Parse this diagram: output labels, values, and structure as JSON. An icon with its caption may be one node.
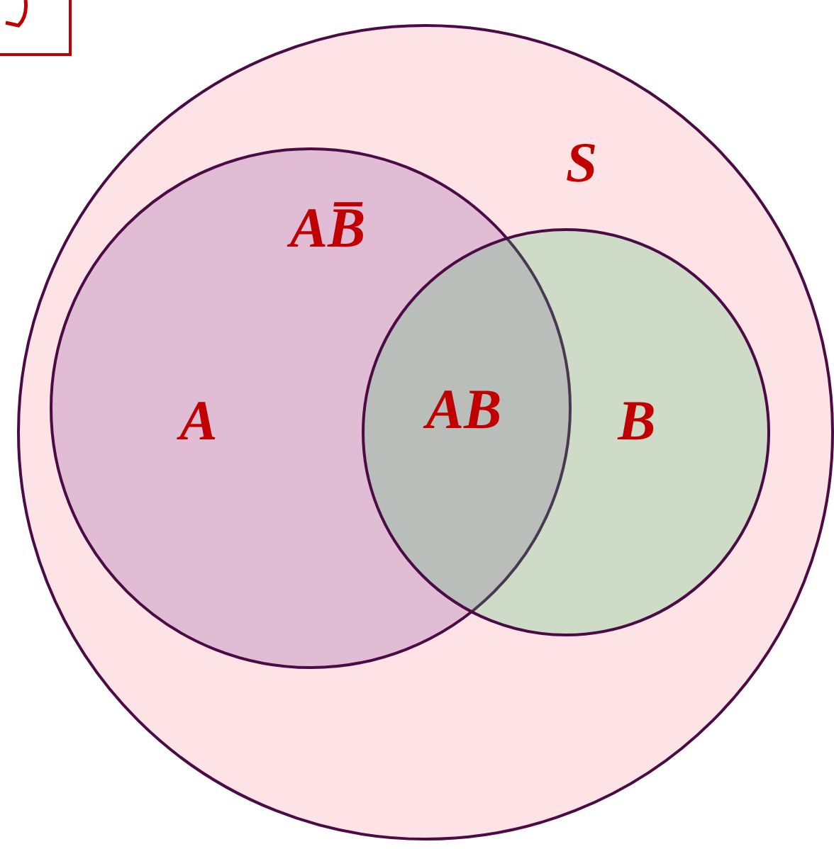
{
  "diagram": {
    "nodes": [
      {
        "text": [
          "S"
        ]
      },
      {
        "text": [
          "A"
        ],
        "in": 0
      },
      {
        "text": [
          "B"
        ],
        "in": 0
      }
    ],
    "labels": [
      "AB̅",
      "AB"
    ]
  }
}
